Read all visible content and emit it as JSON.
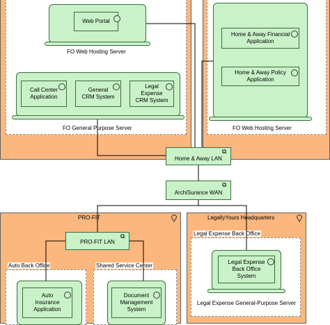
{
  "colors": {
    "location_fill": "#fbb77d",
    "node_fill": "#c9f2c9",
    "node_border": "#3a6b3a",
    "group_border": "#8a8a8a",
    "line": "#000000"
  },
  "diagram": {
    "servers": {
      "web_hosting_1": {
        "label": "FO Web Hosting Server",
        "components": [
          "Web Portal"
        ]
      },
      "general_purpose": {
        "label": "FO General Purpose Server",
        "components": [
          "Call Center\nApplication",
          "General\nCRM System",
          "Legal\nExpense\nCRM System"
        ]
      },
      "web_hosting_2": {
        "label": "FO Web Hosting Server",
        "components": [
          "Home & Away Financial\nApplication",
          "Home & Away Policy\nApplication"
        ]
      },
      "legal_gp": {
        "label": "Legal Expense General-Purpose Server",
        "components": [
          "Legal Expense\nBack Office\nSystem"
        ]
      }
    },
    "networks": {
      "home_away_lan": "Home & Away LAN",
      "archisurance_wan": "ArchiSurance WAN",
      "profit_lan": "PRO-FIT LAN"
    },
    "locations": {
      "profit": "PRO-FIT",
      "legallyyours": "LegallyYours Headquarters"
    },
    "groups": {
      "legal_back_office": "Legal Expense Back Office",
      "auto_back_office": "Auto Back Office",
      "shared_service_center": "Shared Service Center"
    },
    "bottom_components": {
      "auto_insurance": "Auto\nInsurance\nApplication",
      "document_management": "Document\nManagement\nSystem"
    },
    "icons": {
      "component": "component-icon",
      "network": "network-icon",
      "location": "location-pin-icon"
    }
  }
}
